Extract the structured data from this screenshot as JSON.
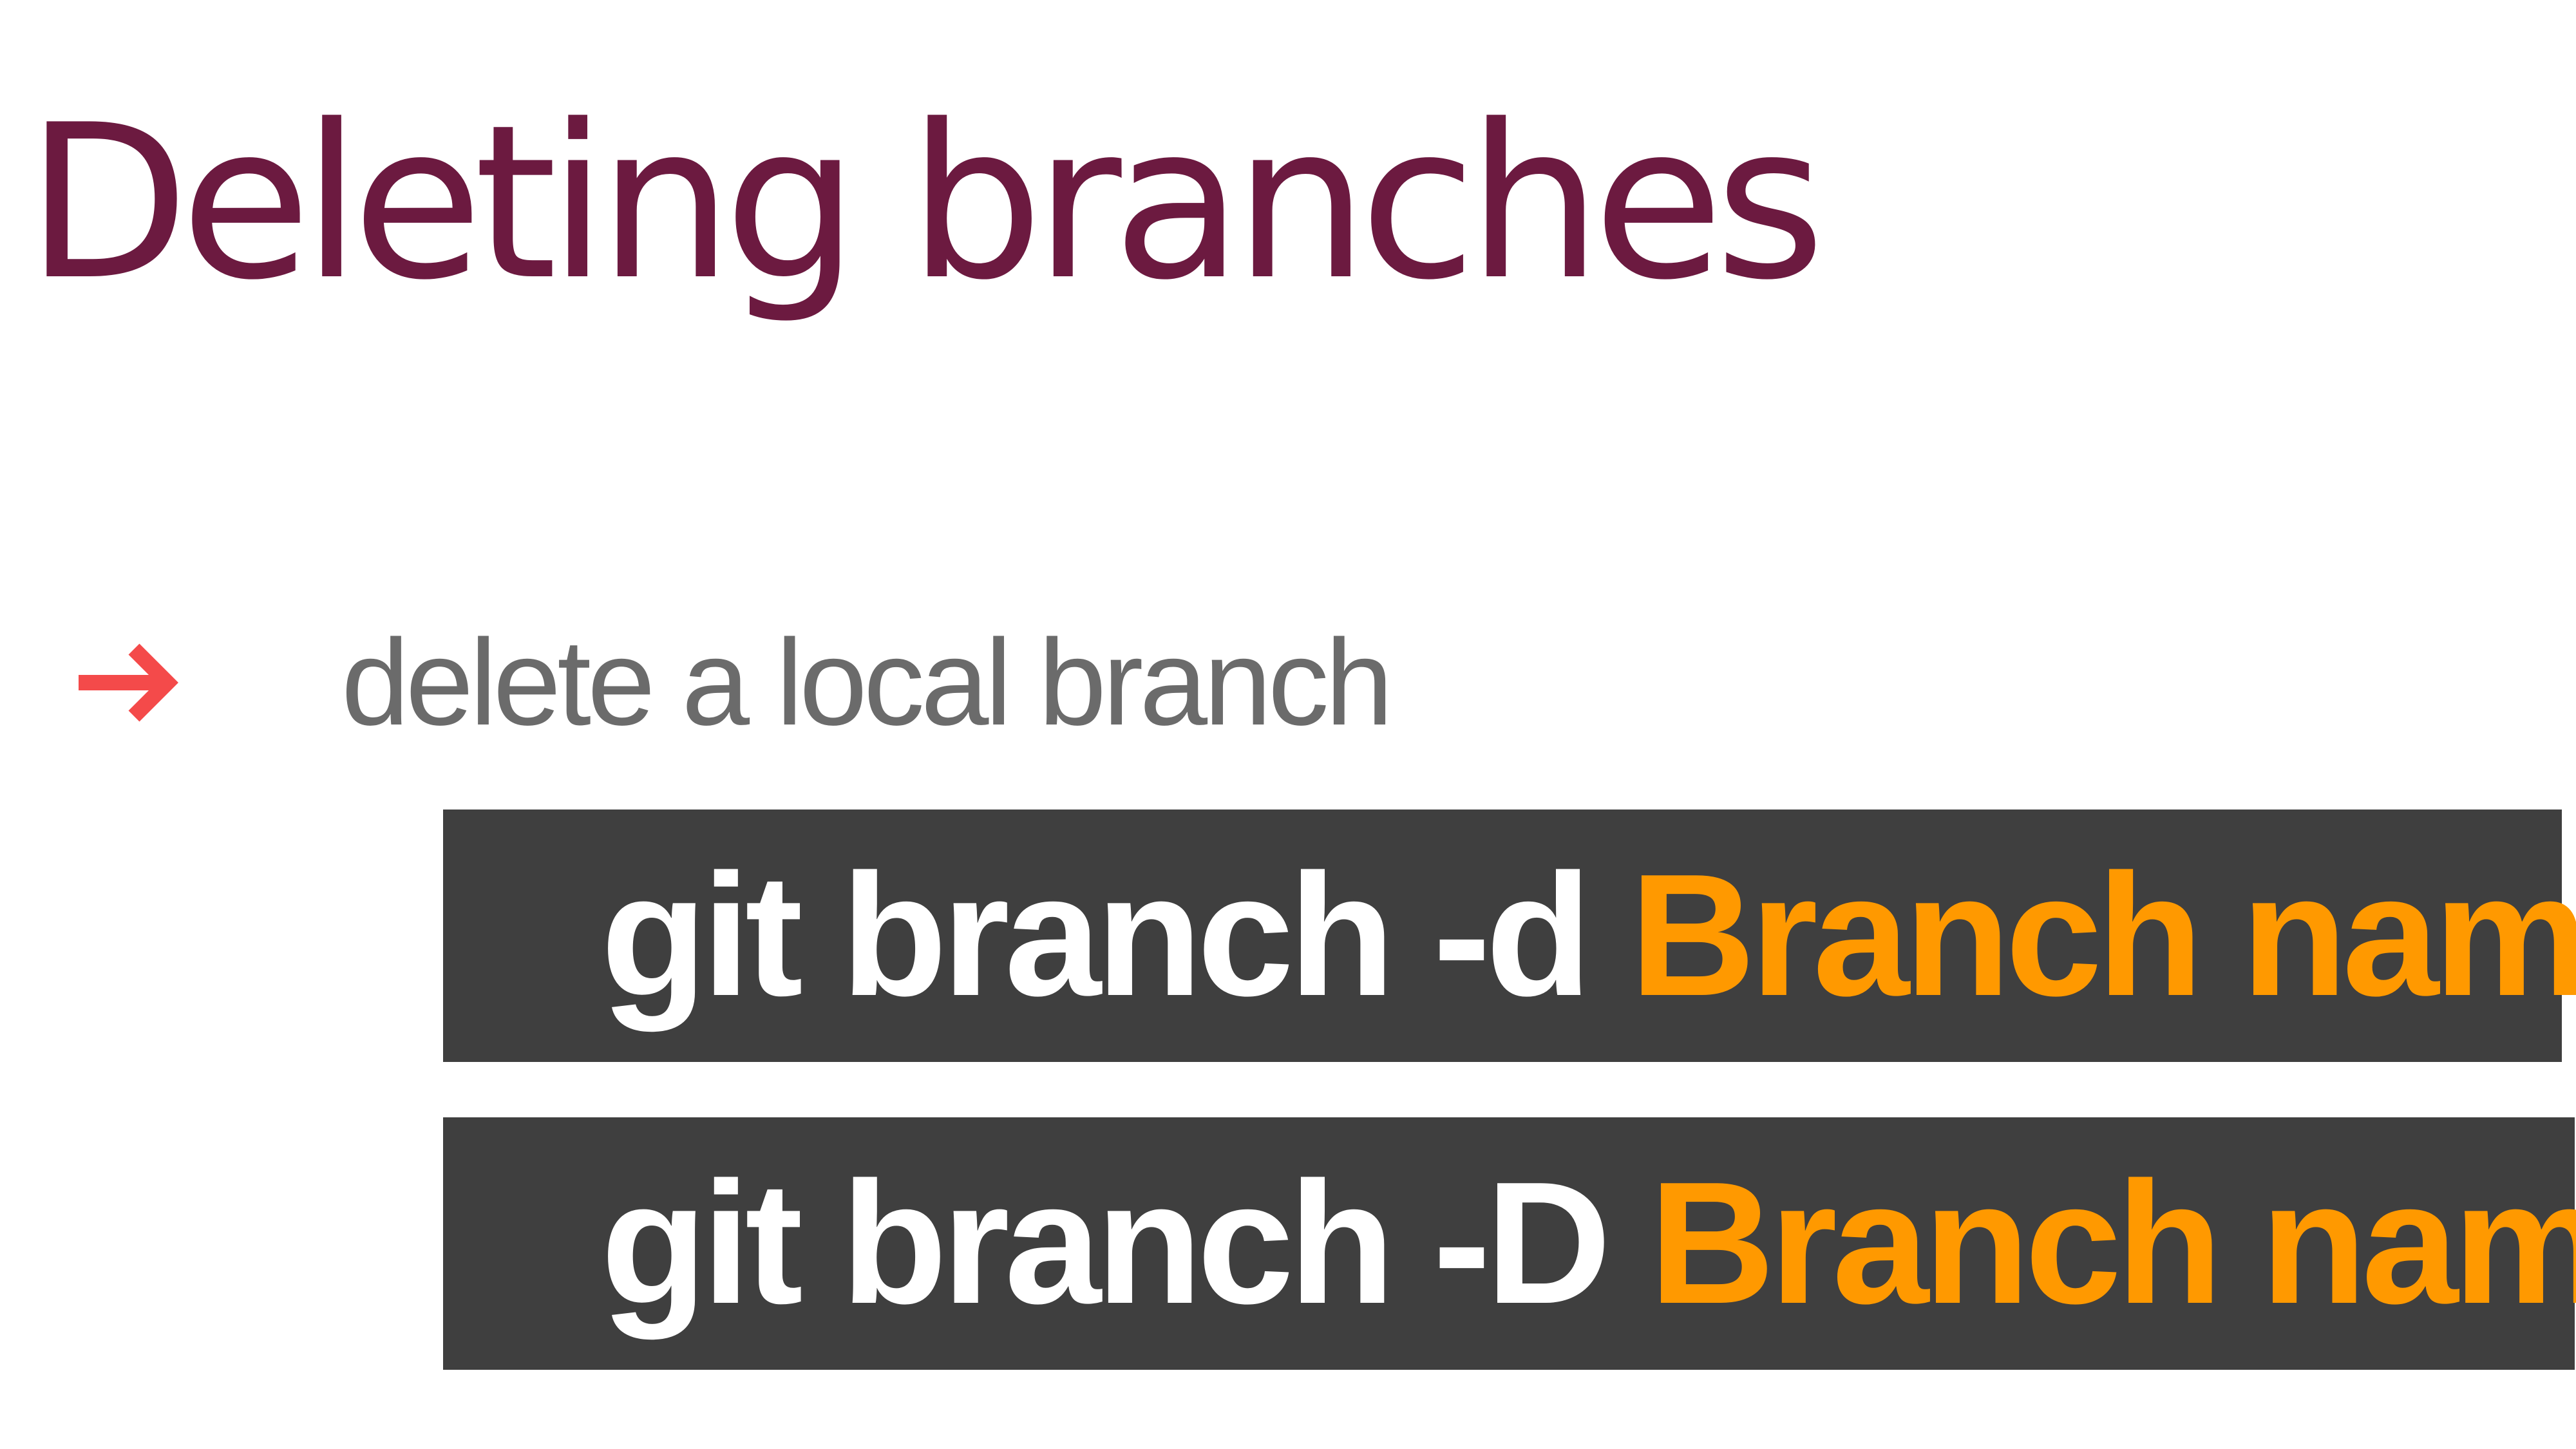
{
  "slide": {
    "title": "Deleting branches",
    "bullet": {
      "icon": "right-arrow-icon",
      "icon_color": "#f44a4a",
      "text": "delete a local branch"
    },
    "commands": [
      {
        "base": "git branch -d ",
        "argument": "Branch name"
      },
      {
        "base": "git branch -D ",
        "argument": "Branch name"
      }
    ],
    "colors": {
      "title": "#6c1a40",
      "bullet_text": "#6b6b6b",
      "command_background": "#3f3f3f",
      "command_text": "#ffffff",
      "command_argument": "#ff9900"
    }
  }
}
